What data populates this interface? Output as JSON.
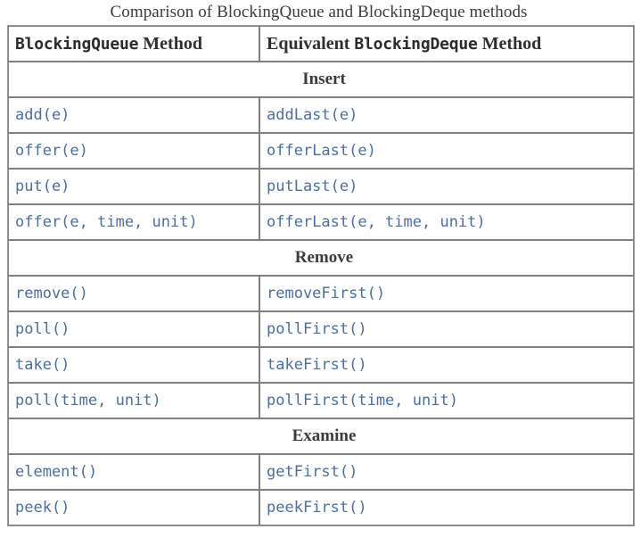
{
  "caption": "Comparison of BlockingQueue and BlockingDeque methods",
  "table": {
    "headers": {
      "col1": {
        "class_name": "BlockingQueue",
        "suffix": " Method"
      },
      "col2": {
        "prefix": "Equivalent ",
        "class_name": "BlockingDeque",
        "suffix": " Method"
      }
    },
    "sections": [
      {
        "title": "Insert",
        "rows": [
          {
            "queue": "add(e)",
            "deque": "addLast(e)"
          },
          {
            "queue": "offer(e)",
            "deque": "offerLast(e)"
          },
          {
            "queue": "put(e)",
            "deque": "putLast(e)"
          },
          {
            "queue": "offer(e, time, unit)",
            "deque": "offerLast(e, time, unit)"
          }
        ]
      },
      {
        "title": "Remove",
        "rows": [
          {
            "queue": "remove()",
            "deque": "removeFirst()"
          },
          {
            "queue": "poll()",
            "deque": "pollFirst()"
          },
          {
            "queue": "take()",
            "deque": "takeFirst()"
          },
          {
            "queue": "poll(time, unit)",
            "deque": "pollFirst(time, unit)"
          }
        ]
      },
      {
        "title": "Examine",
        "rows": [
          {
            "queue": "element()",
            "deque": "getFirst()"
          },
          {
            "queue": "peek()",
            "deque": "peekFirst()"
          }
        ]
      }
    ]
  },
  "colors": {
    "method_text": "#4c6f99",
    "header_text": "#2f2f2f",
    "caption_text": "#3a3a3a",
    "cell_border": "#7f7f7f",
    "table_border": "#9a9a9a",
    "background": "#ffffff"
  }
}
